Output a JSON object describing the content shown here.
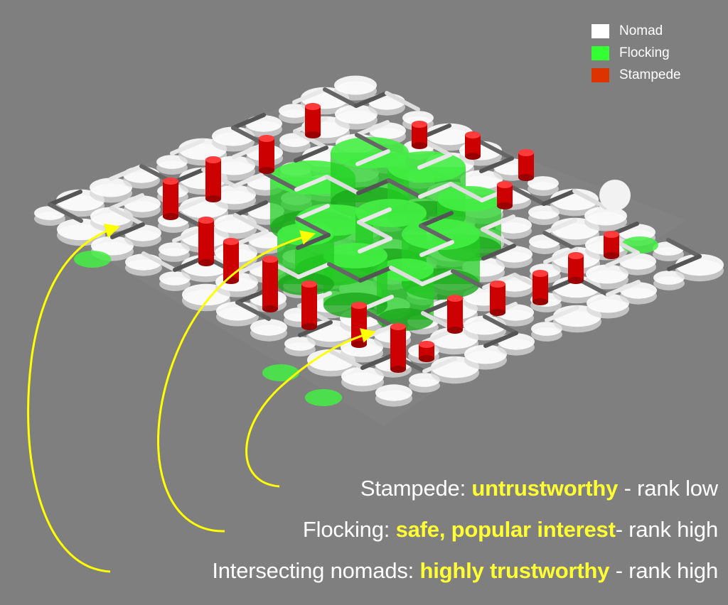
{
  "legend": [
    {
      "label": "Nomad",
      "color": "#ffffff"
    },
    {
      "label": "Flocking",
      "color": "#33ff33"
    },
    {
      "label": "Stampede",
      "color": "#dd3300"
    }
  ],
  "captions": [
    {
      "prefix": "Stampede: ",
      "highlight": "untrustworthy",
      "suffix": " - rank low"
    },
    {
      "prefix": "Flocking: ",
      "highlight": "safe, popular interest",
      "suffix": "- rank high"
    },
    {
      "prefix": "Intersecting nomads: ",
      "highlight": "highly trustworthy",
      "suffix": " - rank high"
    }
  ],
  "colors": {
    "background": "#7f7f7f",
    "nomad": "#ffffff",
    "flocking": "#33ff33",
    "stampede": "#dd0000",
    "highlight": "#ffff33"
  }
}
